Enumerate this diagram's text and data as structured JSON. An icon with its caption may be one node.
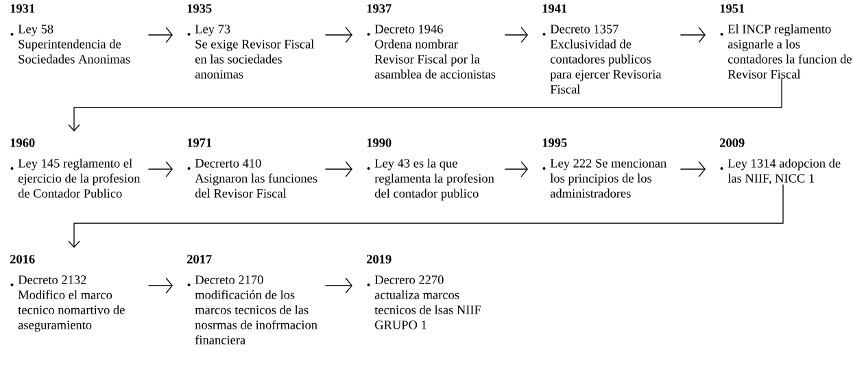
{
  "diagram": {
    "nodes": [
      {
        "text": [
          "1931",
          "Ley 58",
          "Superintendencia de Sociedades Anonimas"
        ]
      },
      {
        "text": [
          "1935",
          "Ley 73",
          "Se exige Revisor Fiscal en las sociedades anonimas"
        ]
      },
      {
        "text": [
          "1937",
          "Decreto 1946",
          "Ordena nombrar Revisor Fiscal por la asamblea de accionistas"
        ]
      },
      {
        "text": [
          "1941",
          "Decreto 1357",
          "Exclusividad de contadores publicos para ejercer Revisoria Fiscal"
        ]
      },
      {
        "text": [
          "1951",
          "El INCP reglamento asignarle a los contadores la funcion de Revisor Fiscal"
        ]
      },
      {
        "text": [
          "1960",
          "Ley 145 reglamento el ejercicio de la profesion de Contador Publico"
        ]
      },
      {
        "text": [
          "1971",
          "Decrerto 410",
          "Asignaron las funciones del Revisor Fiscal"
        ]
      },
      {
        "text": [
          "1990",
          "Ley 43 es la que reglamenta la profesion del contador publico"
        ]
      },
      {
        "text": [
          "1995",
          "Ley 222 Se mencionan los principios de los administradores"
        ]
      },
      {
        "text": [
          "2009",
          "Ley 1314 adopcion de las NIIF, NICC 1"
        ]
      },
      {
        "text": [
          "2016",
          "Decreto 2132",
          "Modifico el marco tecnico nomartivo de aseguramiento"
        ]
      },
      {
        "text": [
          "2017",
          "Decreto 2170",
          "modificación de los marcos tecnicos de las nosrmas de inofrmacion financiera"
        ]
      },
      {
        "text": [
          "2019",
          "Decrero 2270",
          "actualiza marcos tecnicos de lsas NIIF GRUPO 1"
        ]
      }
    ],
    "edges": [
      {
        "from": 0,
        "to": 1,
        "arrow": "to"
      },
      {
        "from": 1,
        "to": 2,
        "arrow": "to"
      },
      {
        "from": 2,
        "to": 3,
        "arrow": "to"
      },
      {
        "from": 3,
        "to": 4,
        "arrow": "to"
      },
      {
        "from": 4,
        "to": 5,
        "arrow": "to"
      },
      {
        "from": 5,
        "to": 6,
        "arrow": "to"
      },
      {
        "from": 6,
        "to": 7,
        "arrow": "to"
      },
      {
        "from": 7,
        "to": 8,
        "arrow": "to"
      },
      {
        "from": 8,
        "to": 9,
        "arrow": "to"
      },
      {
        "from": 9,
        "to": 10,
        "arrow": "to"
      },
      {
        "from": 10,
        "to": 11,
        "arrow": "to"
      },
      {
        "from": 11,
        "to": 12,
        "arrow": "to"
      }
    ]
  }
}
